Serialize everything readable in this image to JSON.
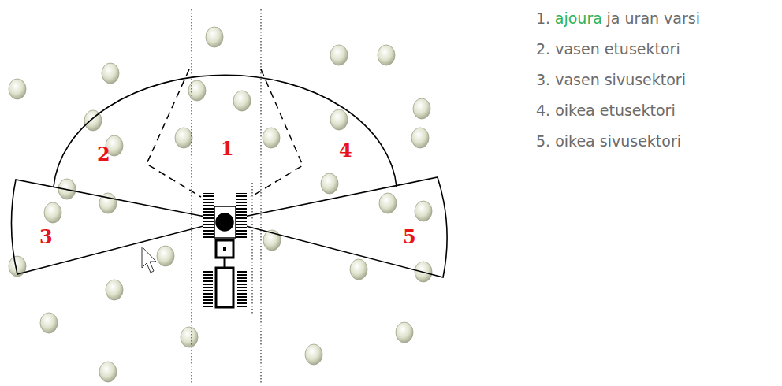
{
  "diagram": {
    "labels": [
      "1",
      "2",
      "3",
      "4",
      "5",
      "1.",
      "ajoura",
      "ja uran varsi",
      "2. vasen etusektori",
      "3. vasen sivusektori",
      "4. oikea etusektori",
      "5. oikea sivusektori"
    ]
  }
}
